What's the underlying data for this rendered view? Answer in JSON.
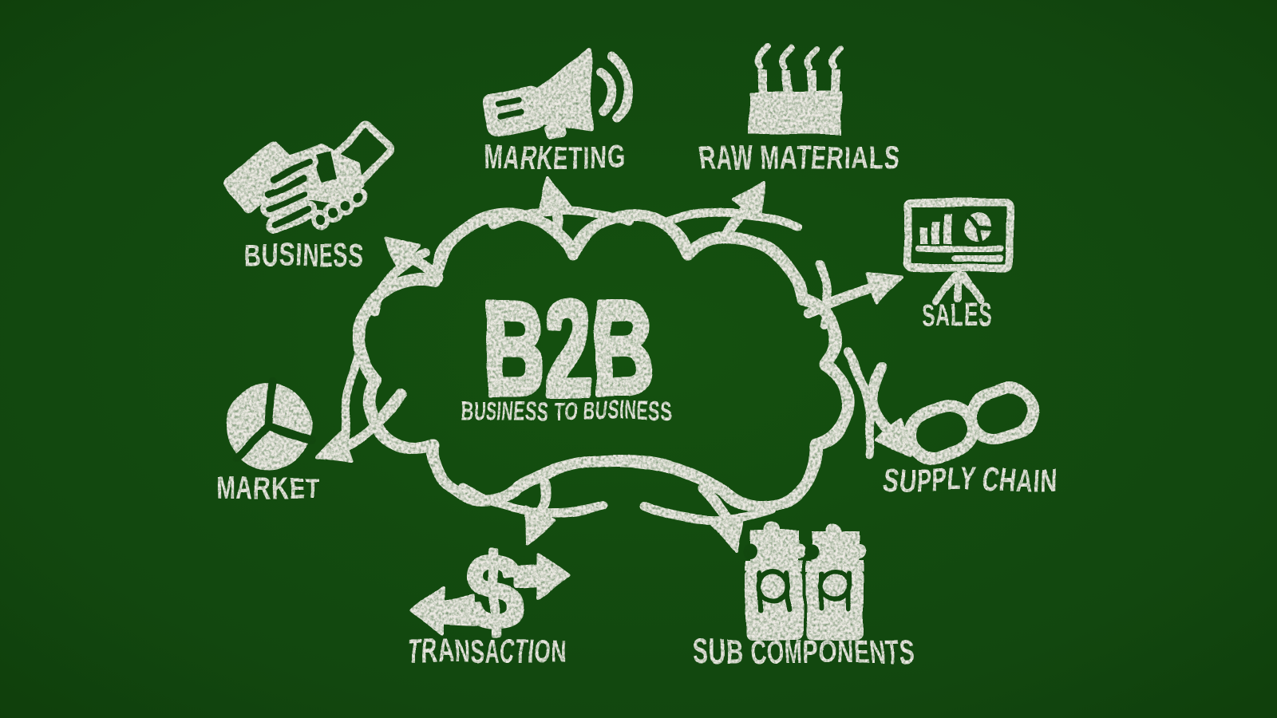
{
  "colors": {
    "board_green": "#12470f",
    "board_green_light": "#155112",
    "board_green_dark": "#0e3d0b",
    "chalk_white": "#ece9e3"
  },
  "center": {
    "acronym": "B2B",
    "subtitle": "BUSINESS TO BUSINESS",
    "shape": "chalk-cloud"
  },
  "nodes": [
    {
      "id": "business",
      "label": "BUSINESS",
      "icon": "handshake-icon",
      "position": "top-left"
    },
    {
      "id": "marketing",
      "label": "MARKETING",
      "icon": "megaphone-icon",
      "position": "top-center"
    },
    {
      "id": "raw-materials",
      "label": "RAW MATERIALS",
      "icon": "factory-icon",
      "position": "top-right"
    },
    {
      "id": "sales",
      "label": "SALES",
      "icon": "presentation-chart-icon",
      "position": "right-upper"
    },
    {
      "id": "supply-chain",
      "label": "SUPPLY CHAIN",
      "icon": "chain-link-icon",
      "position": "right-lower"
    },
    {
      "id": "sub-components",
      "label": "SUB COMPONENTS",
      "icon": "puzzle-people-icon",
      "position": "bottom-right"
    },
    {
      "id": "transaction",
      "label": "TRANSACTION",
      "icon": "dollar-exchange-icon",
      "position": "bottom-left"
    },
    {
      "id": "market",
      "label": "MARKET",
      "icon": "pie-chart-icon",
      "position": "left"
    }
  ],
  "icons": {
    "dollar_symbol": "$"
  }
}
